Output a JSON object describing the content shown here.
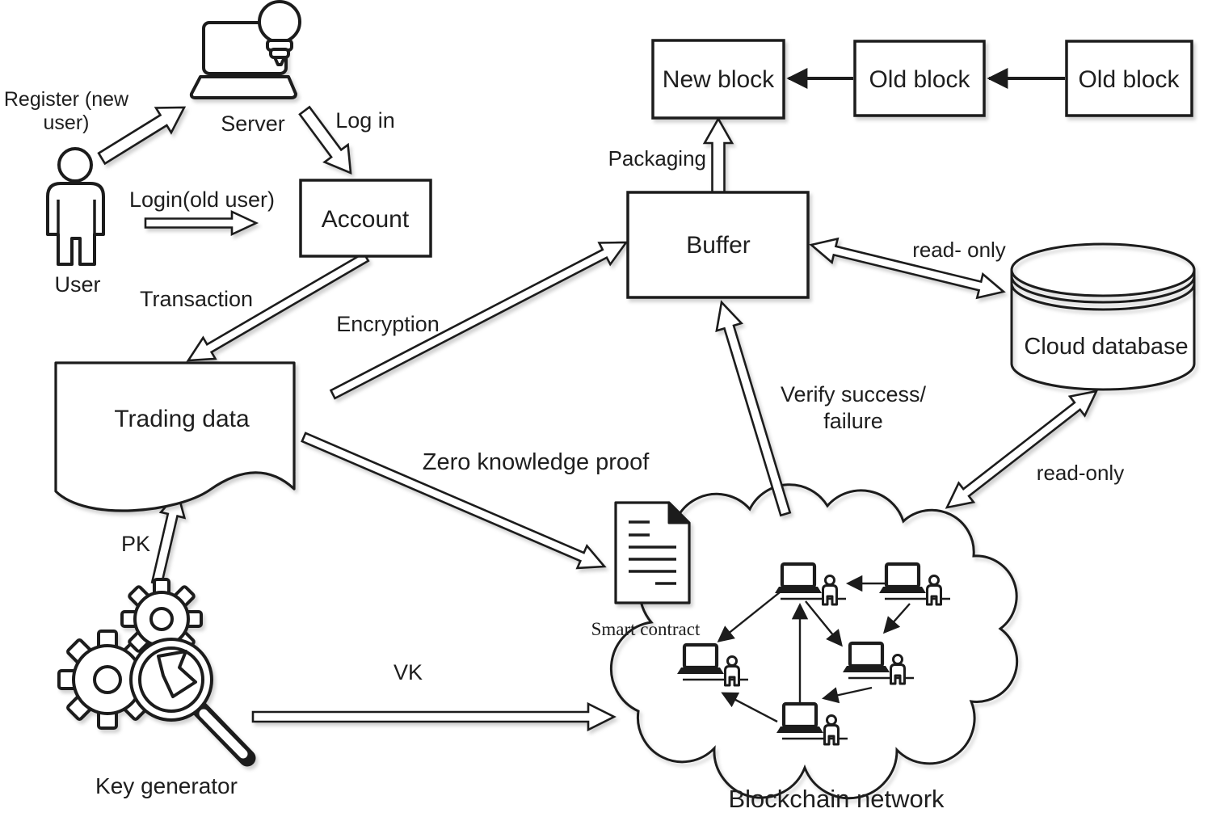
{
  "colors": {
    "line": "#1c1c1c",
    "background": "#ffffff",
    "shape_fill": "#ffffff"
  },
  "nodes": {
    "user": {
      "label": "User"
    },
    "server": {
      "label": "Server"
    },
    "account": {
      "label": "Account"
    },
    "trading_data": {
      "label": "Trading data"
    },
    "buffer": {
      "label": "Buffer"
    },
    "new_block": {
      "label": "New block"
    },
    "old_block_1": {
      "label": "Old block"
    },
    "old_block_2": {
      "label": "Old block"
    },
    "cloud_database": {
      "label": "Cloud database"
    },
    "smart_contract": {
      "label": "Smart contract"
    },
    "key_generator": {
      "label": "Key generator"
    },
    "blockchain_network": {
      "label": "Blockchain network"
    }
  },
  "edges": {
    "register": {
      "label_line1": "Register (new",
      "label_line2": "user)"
    },
    "log_in": {
      "label": "Log in"
    },
    "login_old_user": {
      "label": "Login(old user)"
    },
    "transaction": {
      "label": "Transaction"
    },
    "encryption": {
      "label": "Encryption"
    },
    "zero_knowledge_proof": {
      "label": "Zero knowledge proof"
    },
    "pk": {
      "label": "PK"
    },
    "vk": {
      "label": "VK"
    },
    "packaging": {
      "label": "Packaging"
    },
    "read_only_buffer": {
      "label": "read- only"
    },
    "read_only_network": {
      "label": "read-only"
    },
    "verify": {
      "label_line1": "Verify success/",
      "label_line2": "failure"
    }
  },
  "icons": [
    "user-person-icon",
    "server-laptop-icon",
    "lightbulb-icon",
    "document-wave-icon",
    "smart-contract-document-icon",
    "database-cylinder-icon",
    "cloud-icon",
    "gear-icon",
    "magnifier-icon",
    "laptop-node-icon",
    "person-node-icon"
  ]
}
